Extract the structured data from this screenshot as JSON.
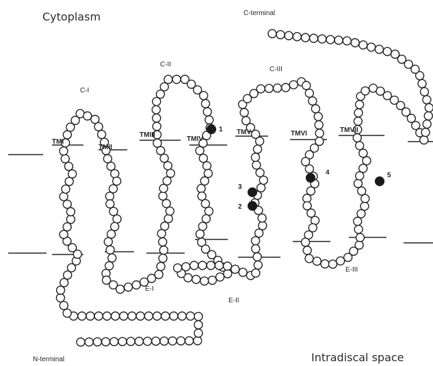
{
  "regions": {
    "cytoplasm": "Cytoplasm",
    "intradiscal": "Intradiscal space",
    "n_terminal": "N-terminal",
    "c_terminal": "C-terminal"
  },
  "helices": [
    "TMI",
    "TMII",
    "TMIII",
    "TMIV",
    "TMV",
    "TMVI",
    "TMVII"
  ],
  "cytoplasmic_loops": [
    "C-I",
    "C-II",
    "C-III"
  ],
  "extracellular_loops": [
    "E-I",
    "E-II",
    "E-III"
  ],
  "marked_residues": [
    "1",
    "2",
    "3",
    "4",
    "5"
  ],
  "colors": {
    "residue_outline": "#222222",
    "residue_fill": "#ffffff",
    "marked_fill": "#1a1a1a",
    "membrane_line": "#222222"
  }
}
